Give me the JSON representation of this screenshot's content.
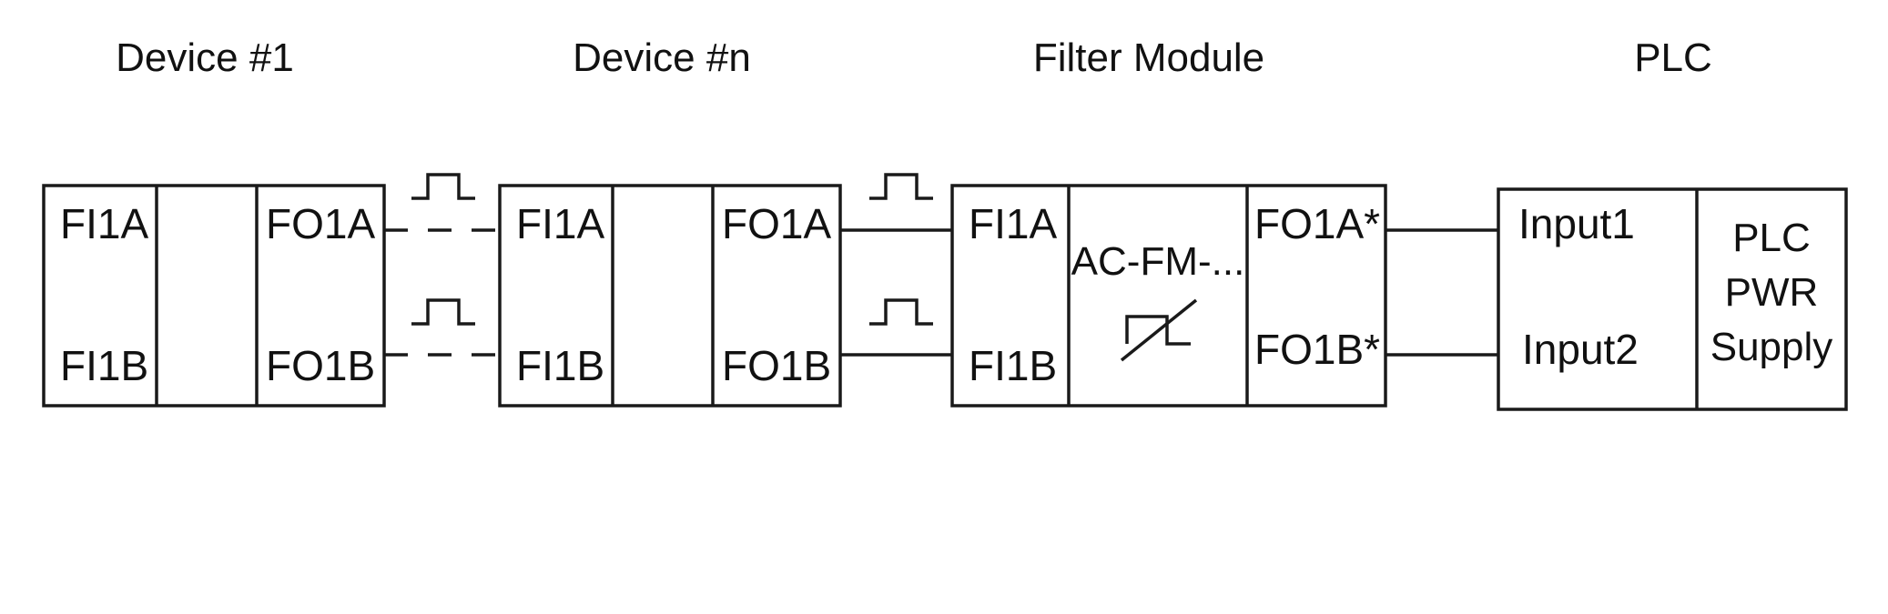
{
  "titles": {
    "device1": "Device #1",
    "devicen": "Device #n",
    "filter": "Filter Module",
    "plc": "PLC"
  },
  "device1": {
    "in_a": "FI1A",
    "in_b": "FI1B",
    "out_a": "FO1A",
    "out_b": "FO1B"
  },
  "devicen": {
    "in_a": "FI1A",
    "in_b": "FI1B",
    "out_a": "FO1A",
    "out_b": "FO1B"
  },
  "filter": {
    "in_a": "FI1A",
    "in_b": "FI1B",
    "part": "AC-FM-...",
    "out_a": "FO1A*",
    "out_b": "FO1B*",
    "symbol": "varistor-symbol"
  },
  "plc": {
    "input1": "Input1",
    "input2": "Input2",
    "supply_line1": "PLC",
    "supply_line2": "PWR",
    "supply_line3": "Supply"
  },
  "colors": {
    "stroke": "#1a1a1a",
    "text": "#111111",
    "background": "#ffffff"
  }
}
